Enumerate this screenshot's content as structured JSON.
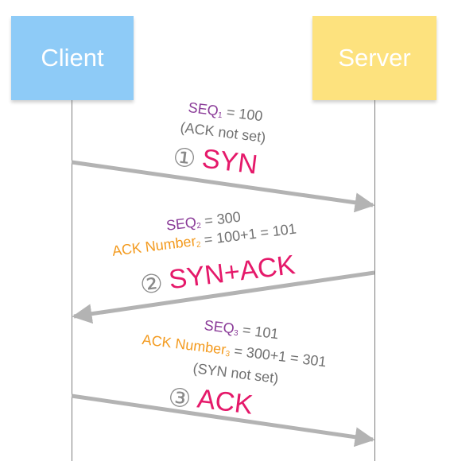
{
  "participants": {
    "client": "Client",
    "server": "Server"
  },
  "steps": [
    {
      "number_glyph": "①",
      "flag": "SYN",
      "seq_label": "SEQ",
      "seq_sub": "1",
      "seq_value": " = 100",
      "note": "(ACK not set)",
      "direction": "client-to-server"
    },
    {
      "number_glyph": "②",
      "flag": "SYN+ACK",
      "seq_label": "SEQ",
      "seq_sub": "2",
      "seq_value": " = 300",
      "ack_label": "ACK Number",
      "ack_sub": "2",
      "ack_value": " = 100+1 = 101",
      "direction": "server-to-client"
    },
    {
      "number_glyph": "③",
      "flag": "ACK",
      "seq_label": "SEQ",
      "seq_sub": "3",
      "seq_value": " = 101",
      "ack_label": "ACK Number",
      "ack_sub": "3",
      "ack_value": " = 300+1 = 301",
      "note": "(SYN not set)",
      "direction": "client-to-server"
    }
  ],
  "colors": {
    "client_box": "#8ecbf7",
    "server_box": "#fde27e",
    "seq_text": "#8a3b98",
    "ack_text": "#f39a1e",
    "flag_text": "#e5196a",
    "arrow": "#b3b3b3",
    "note_text": "#707070"
  }
}
